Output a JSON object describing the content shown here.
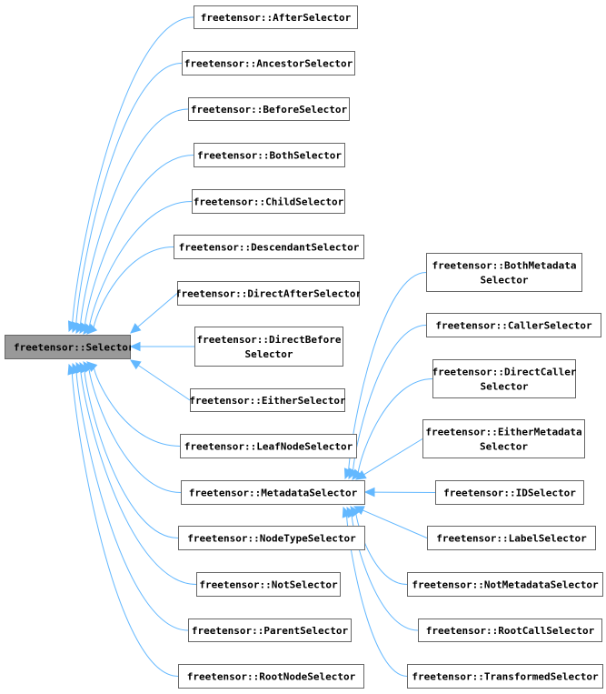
{
  "diagram": {
    "root": "freetensor::Selector",
    "derived": [
      "freetensor::AfterSelector",
      "freetensor::AncestorSelector",
      "freetensor::BeforeSelector",
      "freetensor::BothSelector",
      "freetensor::ChildSelector",
      "freetensor::DescendantSelector",
      "freetensor::DirectAfterSelector",
      "freetensor::DirectBefore Selector",
      "freetensor::EitherSelector",
      "freetensor::LeafNodeSelector",
      "freetensor::MetadataSelector",
      "freetensor::NodeTypeSelector",
      "freetensor::NotSelector",
      "freetensor::ParentSelector",
      "freetensor::RootNodeSelector"
    ],
    "metadata_derived": [
      "freetensor::BothMetadata Selector",
      "freetensor::CallerSelector",
      "freetensor::DirectCaller Selector",
      "freetensor::EitherMetadata Selector",
      "freetensor::IDSelector",
      "freetensor::LabelSelector",
      "freetensor::NotMetadataSelector",
      "freetensor::RootCallSelector",
      "freetensor::TransformedSelector"
    ],
    "colors": {
      "edge": "#63b8ff",
      "root_fill": "#999999",
      "node_border": "#666666"
    }
  }
}
